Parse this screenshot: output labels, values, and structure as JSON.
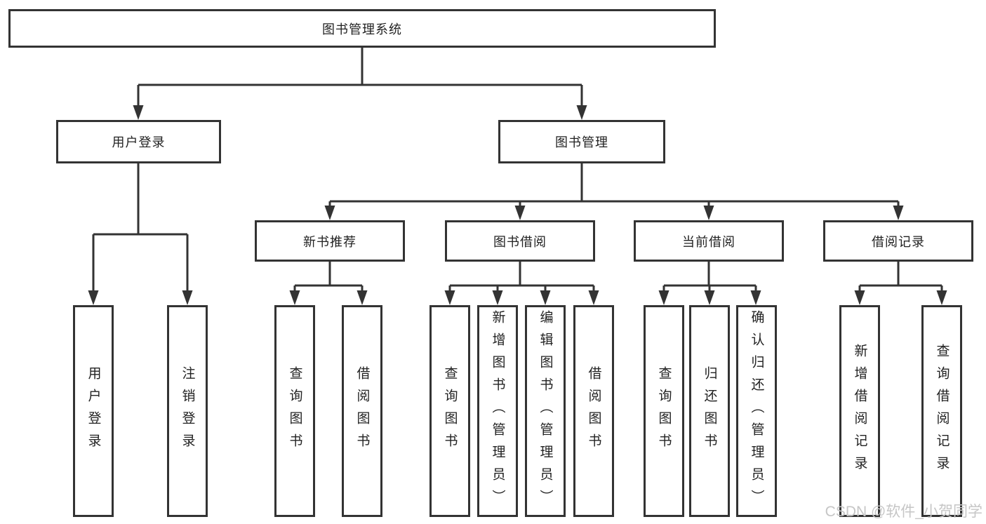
{
  "colors": {
    "line": "#333333",
    "text": "#222222",
    "background": "#ffffff",
    "watermark": "#c6c6c6"
  },
  "watermark": {
    "text": "CSDN @软件_小贺同学"
  },
  "diagram": {
    "root": {
      "label": "图书管理系统"
    },
    "branches": [
      {
        "label": "用户登录",
        "children": [
          {
            "label": "用户登录"
          },
          {
            "label": "注销登录"
          }
        ]
      },
      {
        "label": "图书管理",
        "children": [
          {
            "label": "新书推荐",
            "children": [
              {
                "label": "查询图书"
              },
              {
                "label": "借阅图书"
              }
            ]
          },
          {
            "label": "图书借阅",
            "children": [
              {
                "label": "查询图书"
              },
              {
                "label": "新增图书（管理员）"
              },
              {
                "label": "编辑图书（管理员）"
              },
              {
                "label": "借阅图书"
              }
            ]
          },
          {
            "label": "当前借阅",
            "children": [
              {
                "label": "查询图书"
              },
              {
                "label": "归还图书"
              },
              {
                "label": "确认归还（管理员）"
              }
            ]
          },
          {
            "label": "借阅记录",
            "children": [
              {
                "label": "新增借阅记录"
              },
              {
                "label": "查询借阅记录"
              }
            ]
          }
        ]
      }
    ]
  }
}
